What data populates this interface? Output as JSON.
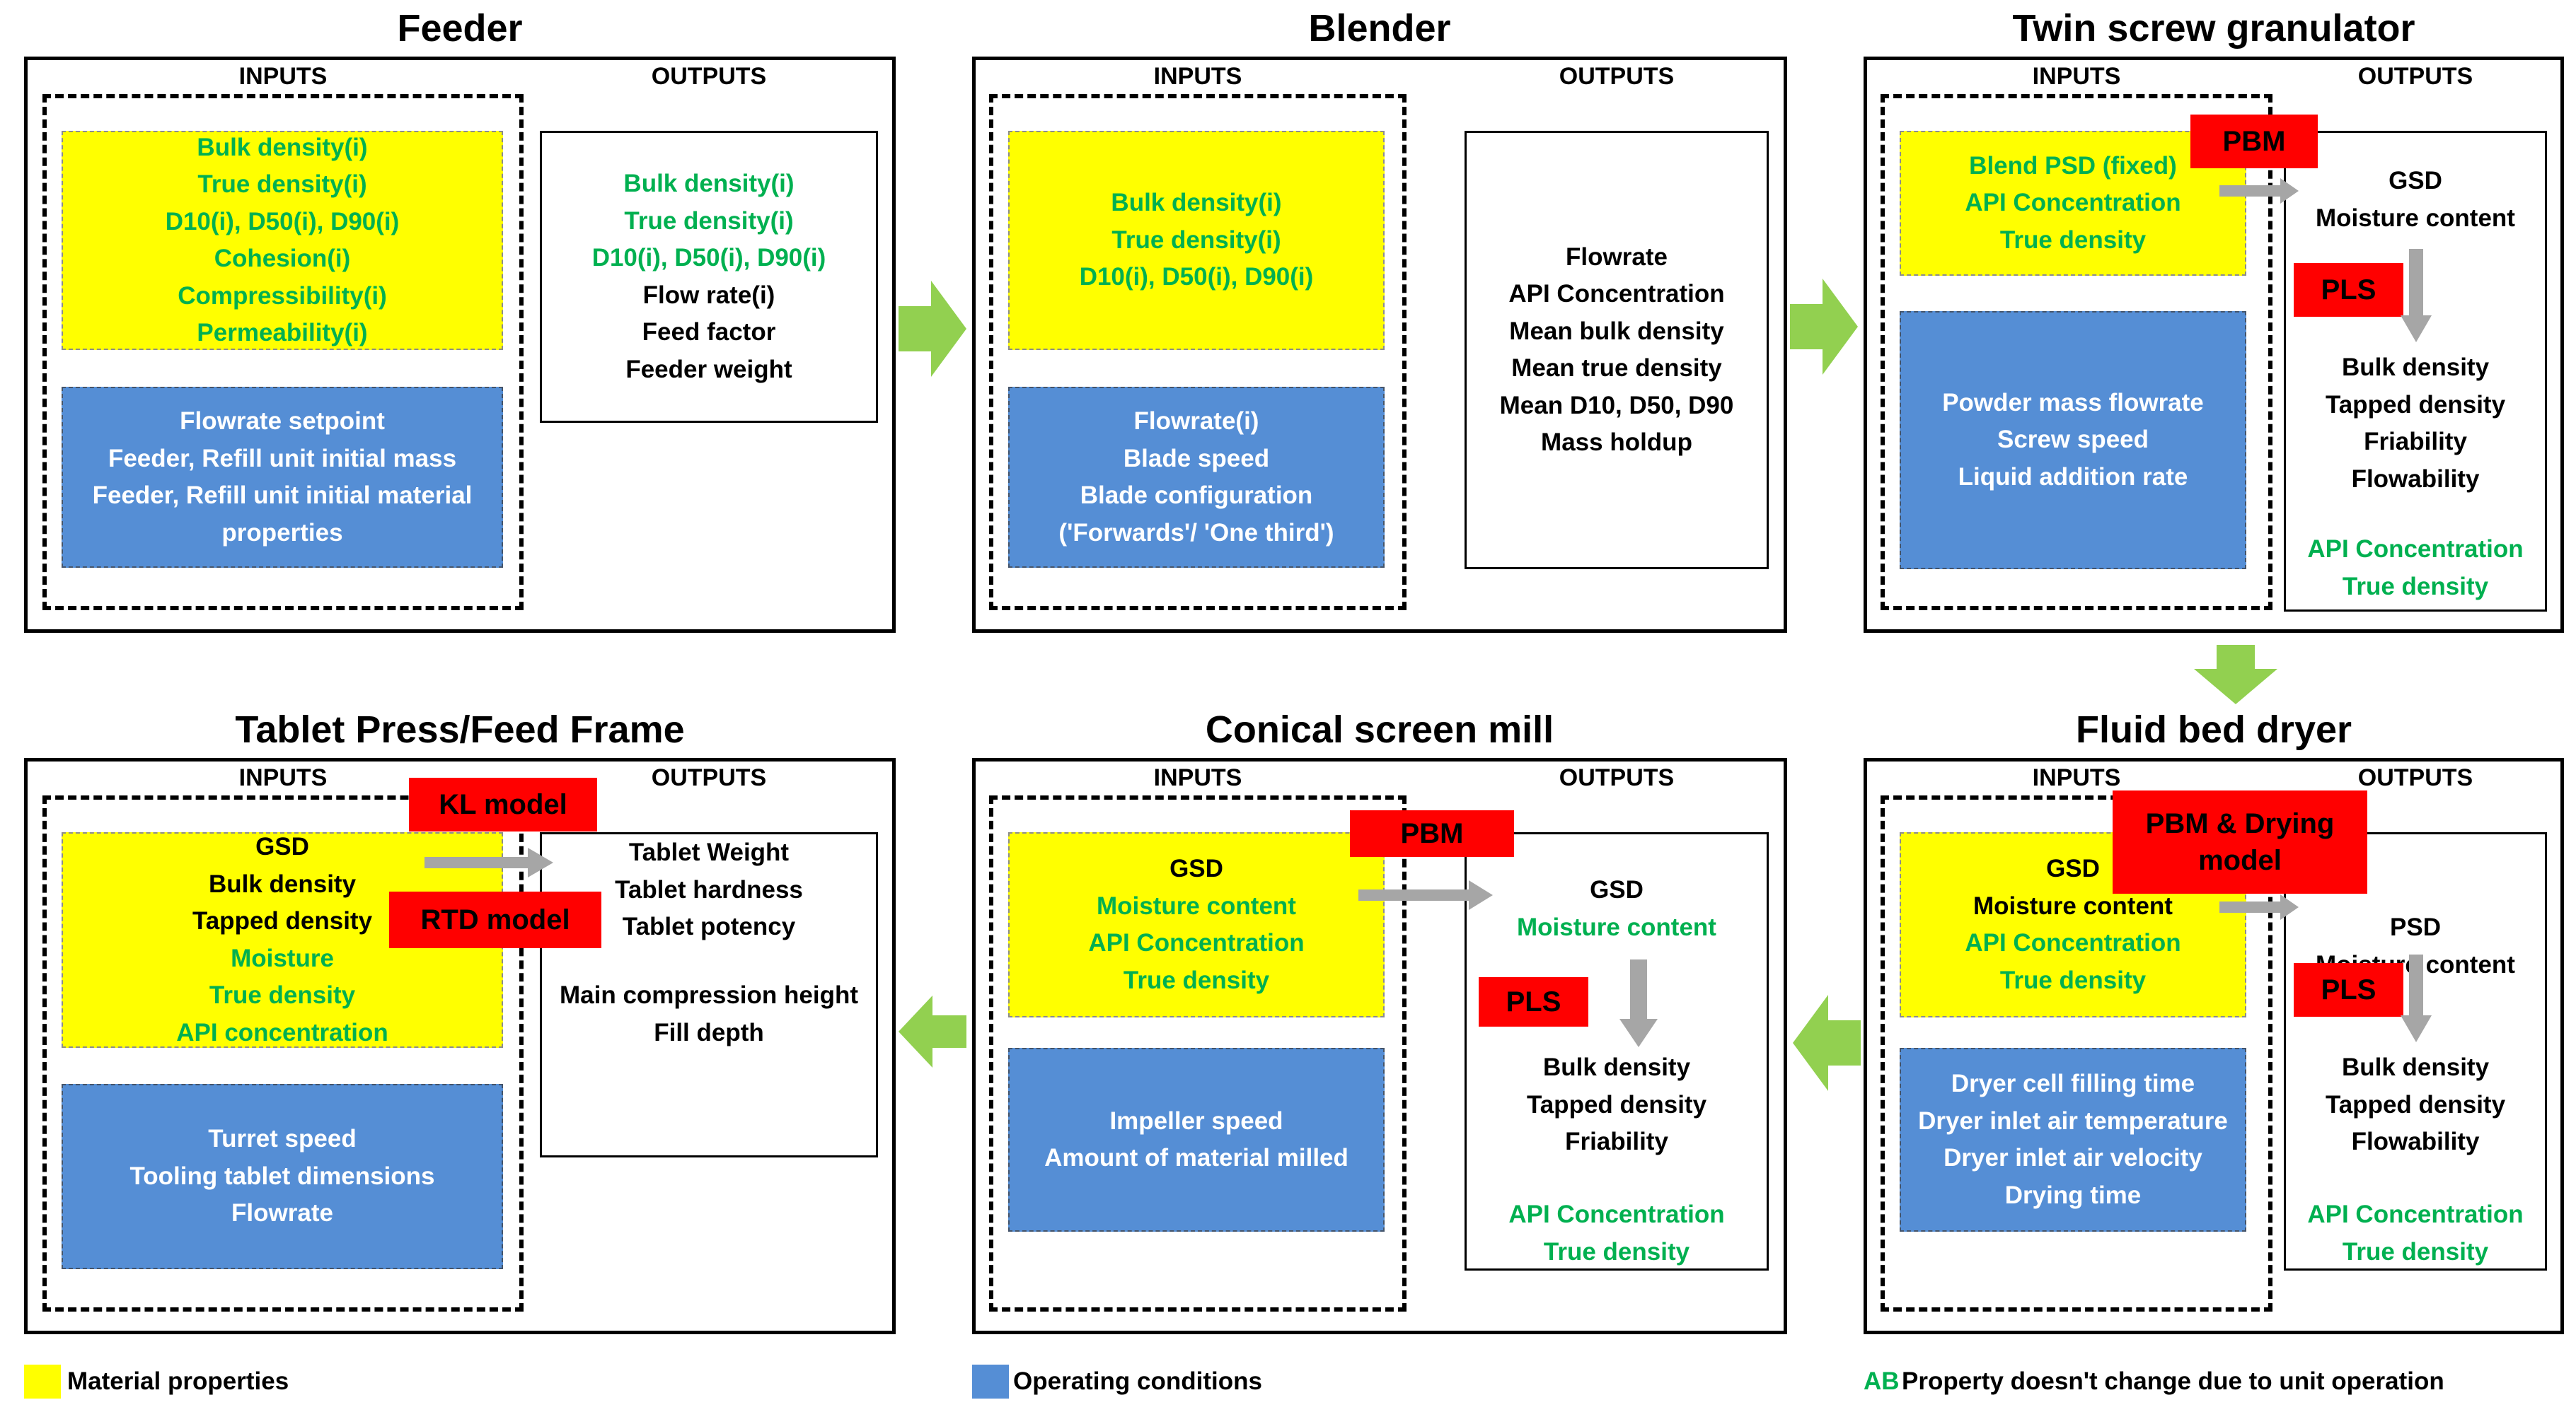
{
  "colors": {
    "material_fill": "#ffff00",
    "operating_fill": "#558ed5",
    "unchanged_text": "#00b050",
    "model_badge": "#ff0000",
    "flow_arrow": "#92d050",
    "model_arrow": "#a6a6a6"
  },
  "common": {
    "inputs": "INPUTS",
    "outputs": "OUTPUTS"
  },
  "feeder": {
    "title": "Feeder",
    "material": [
      {
        "text": "Bulk density(i)",
        "unchanged": true
      },
      {
        "text": "True density(i)",
        "unchanged": true
      },
      {
        "text": "D10(i), D50(i), D90(i)",
        "unchanged": true
      },
      {
        "text": "Cohesion(i)",
        "unchanged": true
      },
      {
        "text": "Compressibility(i)",
        "unchanged": true
      },
      {
        "text": "Permeability(i)",
        "unchanged": true
      }
    ],
    "operating": [
      "Flowrate setpoint",
      "Feeder, Refill unit initial mass",
      "Feeder, Refill unit initial material",
      "properties"
    ],
    "outputs": [
      {
        "text": "Bulk density(i)",
        "unchanged": true
      },
      {
        "text": "True density(i)",
        "unchanged": true
      },
      {
        "text": "D10(i), D50(i), D90(i)",
        "unchanged": true
      },
      {
        "text": "Flow rate(i)",
        "unchanged": false
      },
      {
        "text": "Feed factor",
        "unchanged": false
      },
      {
        "text": "Feeder weight",
        "unchanged": false
      }
    ]
  },
  "blender": {
    "title": "Blender",
    "material": [
      {
        "text": "Bulk density(i)",
        "unchanged": true
      },
      {
        "text": "True density(i)",
        "unchanged": true
      },
      {
        "text": "D10(i), D50(i), D90(i)",
        "unchanged": true
      }
    ],
    "operating": [
      "Flowrate(i)",
      "Blade speed",
      "Blade configuration",
      "('Forwards'/ 'One third')"
    ],
    "outputs": [
      {
        "text": "Flowrate",
        "unchanged": false
      },
      {
        "text": "API Concentration",
        "unchanged": false
      },
      {
        "text": "Mean bulk density",
        "unchanged": false
      },
      {
        "text": "Mean true density",
        "unchanged": false
      },
      {
        "text": "Mean D10, D50, D90",
        "unchanged": false
      },
      {
        "text": "Mass holdup",
        "unchanged": false
      }
    ]
  },
  "granulator": {
    "title": "Twin screw granulator",
    "material": [
      {
        "text": "Blend PSD (fixed)",
        "unchanged": true
      },
      {
        "text": "API Concentration",
        "unchanged": true
      },
      {
        "text": "True density",
        "unchanged": true
      }
    ],
    "operating": [
      "Powder mass flowrate",
      "Screw speed",
      "Liquid addition rate"
    ],
    "outputs_top": [
      {
        "text": "GSD",
        "unchanged": false
      },
      {
        "text": "Moisture content",
        "unchanged": false
      }
    ],
    "outputs_mid": [
      {
        "text": "Bulk density",
        "unchanged": false
      },
      {
        "text": "Tapped density",
        "unchanged": false
      },
      {
        "text": "Friability",
        "unchanged": false
      },
      {
        "text": "Flowability",
        "unchanged": false
      }
    ],
    "outputs_bot": [
      {
        "text": "API Concentration",
        "unchanged": true
      },
      {
        "text": "True density",
        "unchanged": true
      }
    ],
    "model_top": "PBM",
    "model_mid": "PLS"
  },
  "dryer": {
    "title": "Fluid bed dryer",
    "material": [
      {
        "text": "GSD",
        "unchanged": false
      },
      {
        "text": "Moisture content",
        "unchanged": false
      },
      {
        "text": "API Concentration",
        "unchanged": true
      },
      {
        "text": "True density",
        "unchanged": true
      }
    ],
    "operating": [
      "Dryer cell filling time",
      "Dryer inlet air temperature",
      "Dryer inlet air velocity",
      "Drying time"
    ],
    "outputs_top": [
      {
        "text": "PSD",
        "unchanged": false
      },
      {
        "text": "Moisture content",
        "unchanged": false
      }
    ],
    "outputs_mid": [
      {
        "text": "Bulk density",
        "unchanged": false
      },
      {
        "text": "Tapped density",
        "unchanged": false
      },
      {
        "text": "Flowability",
        "unchanged": false
      }
    ],
    "outputs_bot": [
      {
        "text": "API Concentration",
        "unchanged": true
      },
      {
        "text": "True density",
        "unchanged": true
      }
    ],
    "model_top": [
      "PBM & Drying",
      "model"
    ],
    "model_mid": "PLS"
  },
  "mill": {
    "title": "Conical screen mill",
    "material": [
      {
        "text": "GSD",
        "unchanged": false
      },
      {
        "text": "Moisture content",
        "unchanged": true
      },
      {
        "text": "API Concentration",
        "unchanged": true
      },
      {
        "text": "True density",
        "unchanged": true
      }
    ],
    "operating": [
      "Impeller speed",
      "Amount of material milled"
    ],
    "outputs_top": [
      {
        "text": "GSD",
        "unchanged": false
      },
      {
        "text": "Moisture content",
        "unchanged": true
      }
    ],
    "outputs_mid": [
      {
        "text": "Bulk density",
        "unchanged": false
      },
      {
        "text": "Tapped density",
        "unchanged": false
      },
      {
        "text": "Friability",
        "unchanged": false
      }
    ],
    "outputs_bot": [
      {
        "text": "API Concentration",
        "unchanged": true
      },
      {
        "text": "True density",
        "unchanged": true
      }
    ],
    "model_top": "PBM",
    "model_mid": "PLS"
  },
  "press": {
    "title": "Tablet Press/Feed Frame",
    "material": [
      {
        "text": "GSD",
        "unchanged": false
      },
      {
        "text": "Bulk density",
        "unchanged": false
      },
      {
        "text": "Tapped density",
        "unchanged": false
      },
      {
        "text": "Moisture",
        "unchanged": true
      },
      {
        "text": "True density",
        "unchanged": true
      },
      {
        "text": "API concentration",
        "unchanged": true
      }
    ],
    "operating": [
      "Turret speed",
      "Tooling tablet dimensions",
      "Flowrate"
    ],
    "outputs_top": [
      {
        "text": "Tablet Weight",
        "unchanged": false
      },
      {
        "text": "Tablet hardness",
        "unchanged": false
      },
      {
        "text": "Tablet potency",
        "unchanged": false
      }
    ],
    "outputs_bot": [
      {
        "text": "Main compression height",
        "unchanged": false
      },
      {
        "text": "Fill depth",
        "unchanged": false
      }
    ],
    "model_top": "KL model",
    "model_mid": "RTD model"
  },
  "legend": {
    "material": "Material properties",
    "operating": "Operating conditions",
    "unchanged_sample": "AB",
    "unchanged_text": "Property doesn't change due to unit operation"
  }
}
